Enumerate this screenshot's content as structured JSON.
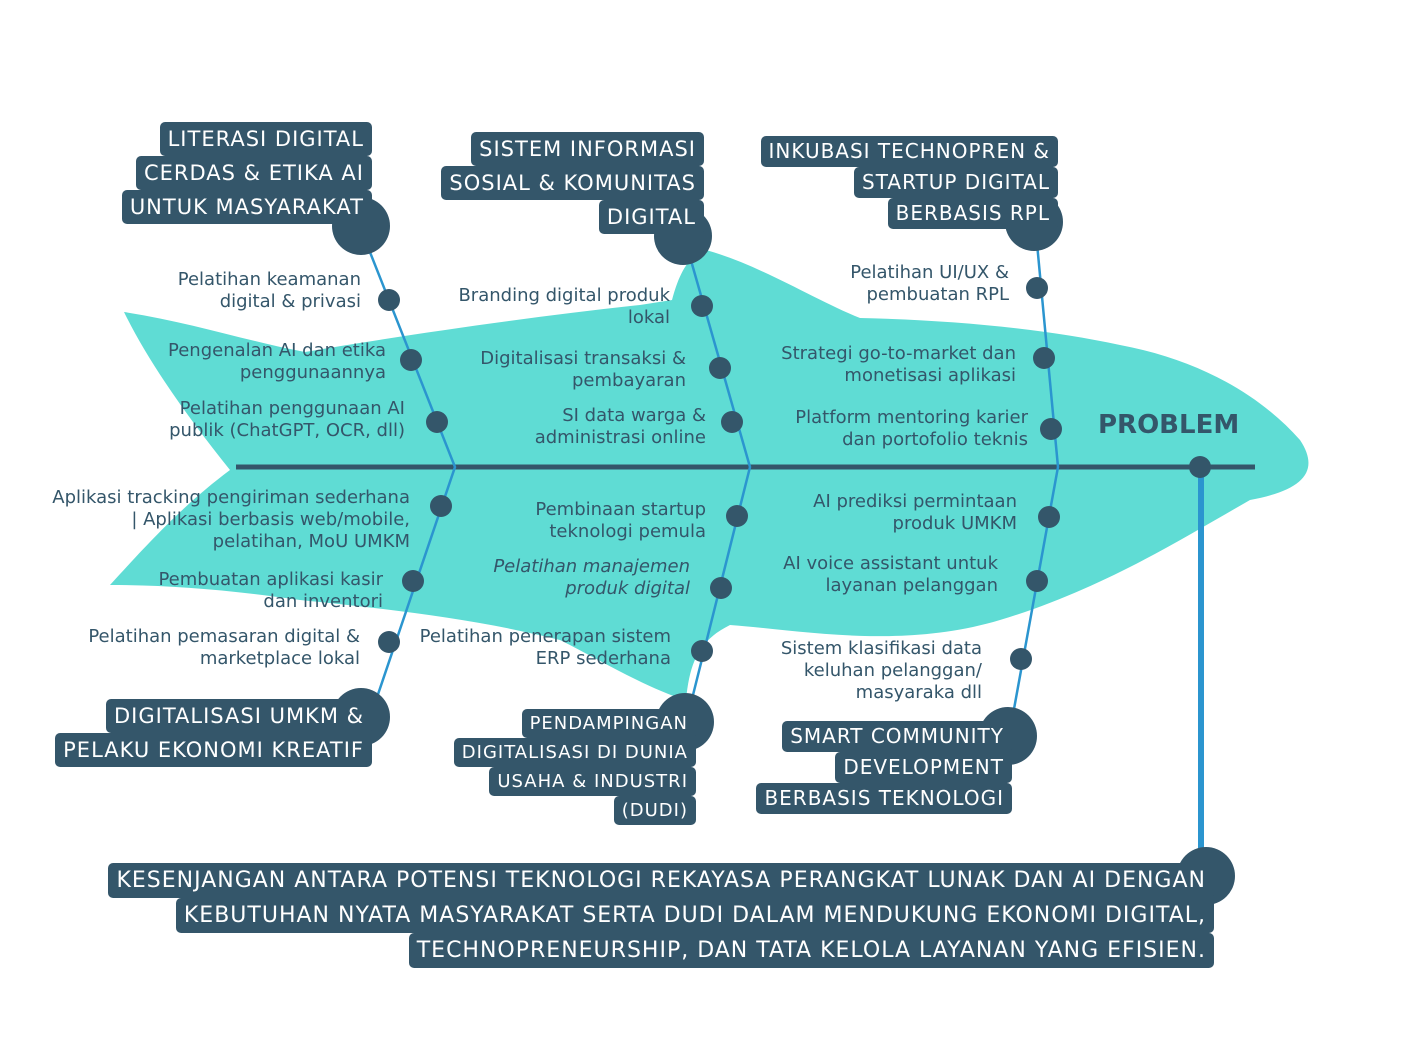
{
  "problem": {
    "title": "PROBLEM",
    "lines": [
      "KESENJANGAN ANTARA POTENSI TEKNOLOGI REKAYASA PERANGKAT LUNAK DAN AI DENGAN",
      "KEBUTUHAN NYATA MASYARAKAT SERTA DUDI DALAM MENDUKUNG EKONOMI DIGITAL,",
      "TECHNOPRENEURSHIP, DAN TATA KELOLA LAYANAN YANG EFISIEN."
    ]
  },
  "categories": {
    "top_left": {
      "lines": [
        "LITERASI DIGITAL",
        "CERDAS & ETIKA AI",
        "UNTUK MASYARAKAT"
      ],
      "causes": [
        [
          "Pelatihan keamanan",
          "digital & privasi"
        ],
        [
          "Pengenalan AI dan etika",
          "penggunaannya"
        ],
        [
          "Pelatihan penggunaan AI",
          "publik (ChatGPT, OCR, dll)"
        ]
      ]
    },
    "top_mid": {
      "lines": [
        "SISTEM INFORMASI",
        "SOSIAL & KOMUNITAS",
        "DIGITAL"
      ],
      "causes": [
        [
          "Branding digital produk",
          "lokal"
        ],
        [
          "Digitalisasi transaksi &",
          "pembayaran"
        ],
        [
          "SI data warga &",
          "administrasi online"
        ]
      ]
    },
    "top_right": {
      "lines": [
        "INKUBASI TECHNOPREN &",
        "STARTUP DIGITAL",
        "BERBASIS RPL"
      ],
      "causes": [
        [
          "Pelatihan UI/UX &",
          "pembuatan RPL"
        ],
        [
          "Strategi go-to-market dan",
          "monetisasi aplikasi"
        ],
        [
          "Platform mentoring karier",
          "dan portofolio teknis"
        ]
      ]
    },
    "bottom_left": {
      "lines": [
        "DIGITALISASI UMKM &",
        "PELAKU EKONOMI KREATIF"
      ],
      "causes": [
        [
          "Aplikasi tracking pengiriman sederhana",
          "| Aplikasi berbasis web/mobile,",
          "pelatihan, MoU UMKM"
        ],
        [
          "Pembuatan aplikasi kasir",
          "dan inventori"
        ],
        [
          "Pelatihan pemasaran digital &",
          "marketplace lokal"
        ]
      ]
    },
    "bottom_mid": {
      "lines": [
        "PENDAMPINGAN",
        "DIGITALISASI DI DUNIA",
        "USAHA & INDUSTRI",
        "(DUDI)"
      ],
      "causes": [
        [
          "Pembinaan startup",
          "teknologi pemula"
        ],
        [
          "Pelatihan manajemen",
          "produk digital"
        ],
        [
          "Pelatihan penerapan sistem",
          "ERP sederhana"
        ]
      ]
    },
    "bottom_right": {
      "lines": [
        "SMART COMMUNITY",
        "DEVELOPMENT",
        "BERBASIS TEKNOLOGI"
      ],
      "causes": [
        [
          "AI prediksi permintaan",
          "produk UMKM"
        ],
        [
          "AI voice assistant untuk",
          "layanan pelanggan"
        ],
        [
          "Sistem klasifikasi data",
          "keluhan pelanggan/",
          "masyaraka dll"
        ]
      ]
    }
  },
  "colors": {
    "fish": "#5fdcd4",
    "dark": "#34566a",
    "line": "#2b95cf"
  }
}
